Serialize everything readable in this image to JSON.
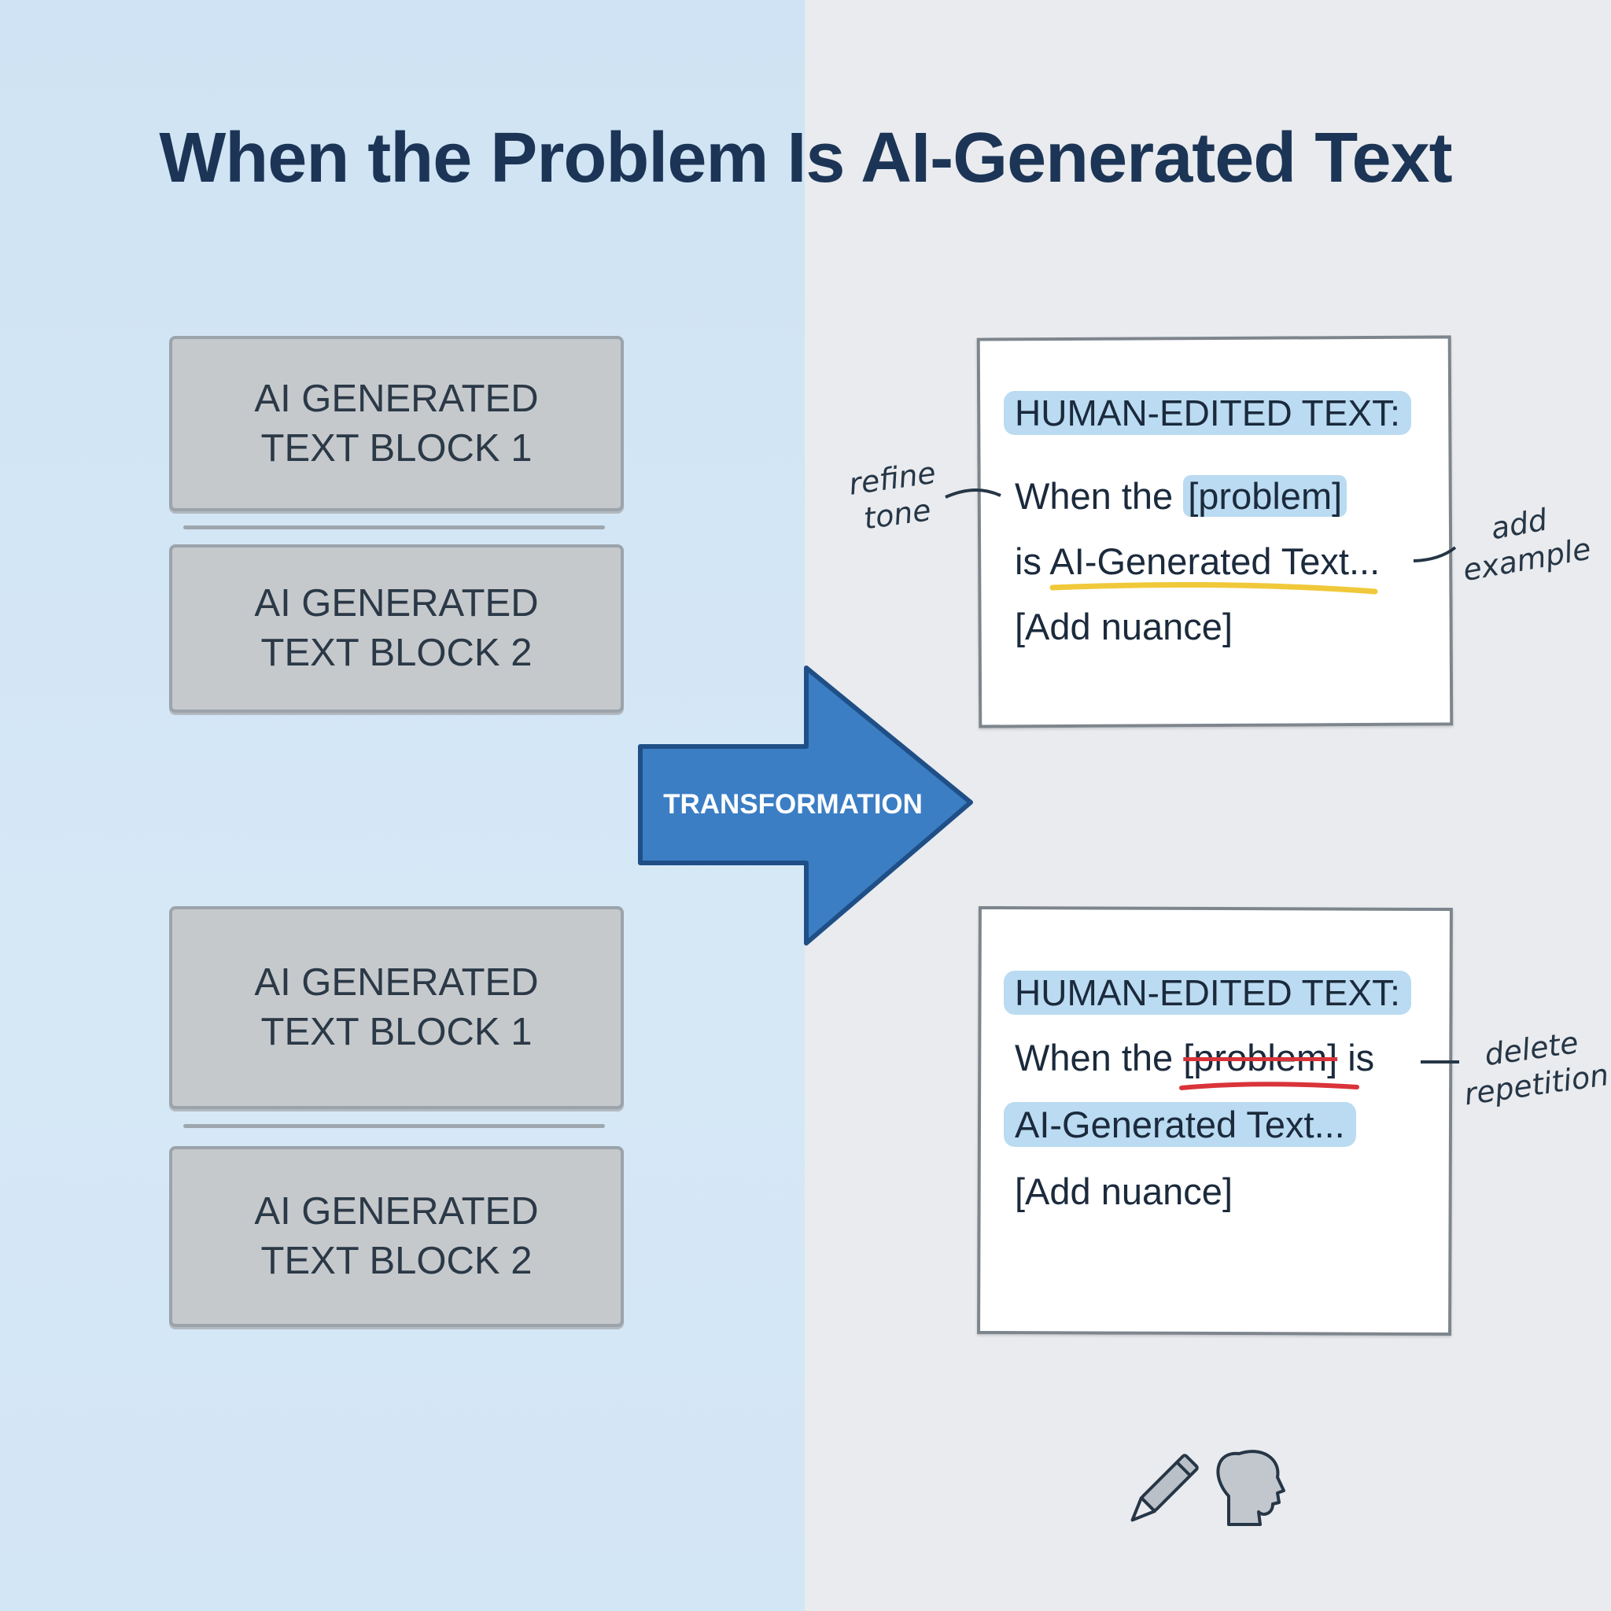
{
  "title": "When the Problem Is AI-Generated Text",
  "left": {
    "groups": [
      {
        "blocks": [
          [
            "AI GENERATED",
            "TEXT BLOCK 1"
          ],
          [
            "AI GENERATED",
            "TEXT BLOCK 2"
          ]
        ]
      },
      {
        "blocks": [
          [
            "AI GENERATED",
            "TEXT BLOCK 1"
          ],
          [
            "AI GENERATED",
            "TEXT BLOCK 2"
          ]
        ]
      }
    ]
  },
  "arrow": {
    "label": "TRANSFORMATION",
    "color": "#3b7ec4"
  },
  "cards": [
    {
      "header": "HUMAN-EDITED TEXT:",
      "line1_pre": "When the ",
      "line1_highlight": "[problem]",
      "line2": "is AI-Generated Text...",
      "line3": "[Add nuance]",
      "notes": {
        "left": [
          "refine",
          "tone"
        ],
        "right": [
          "add",
          "example"
        ]
      }
    },
    {
      "header": "HUMAN-EDITED TEXT:",
      "line1_pre": "When the ",
      "line1_struck": "[problem]",
      "line1_post": " is",
      "line2": "AI-Generated Text...",
      "line3": "[Add nuance]",
      "notes": {
        "right": [
          "delete",
          "repetition"
        ]
      }
    }
  ],
  "icons": [
    "pencil-icon",
    "human-head-icon"
  ],
  "colors": {
    "underline_yellow": "#f0c93a",
    "strike_red": "#d9343a",
    "highlight_blue": "#8cc3e8"
  }
}
